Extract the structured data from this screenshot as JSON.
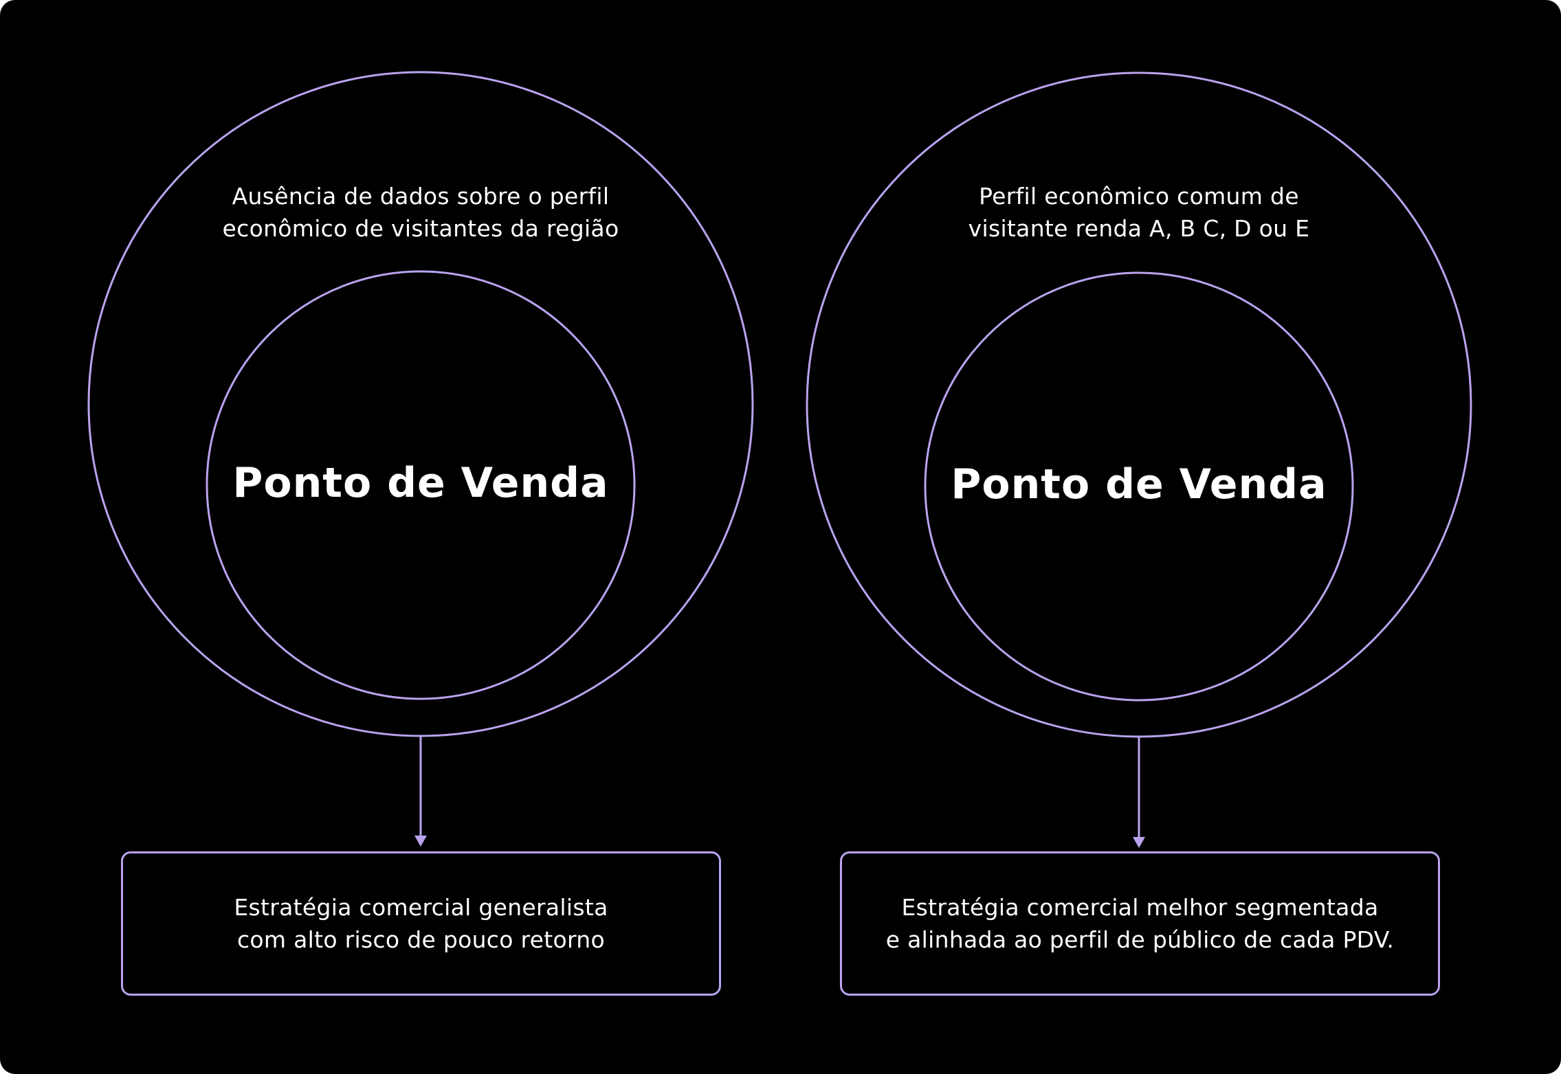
{
  "colors": {
    "background": "#000000",
    "stroke": "#b9a3ee",
    "text": "#ffffff"
  },
  "left": {
    "outer_label_lines": [
      "Ausência de dados sobre o perfil",
      "econômico de visitantes da região"
    ],
    "center_title": "Ponto de Venda",
    "result_lines": [
      "Estratégia comercial generalista",
      "com alto risco de pouco retorno"
    ]
  },
  "right": {
    "outer_label_lines": [
      "Perfil econômico comum de",
      "visitante renda A, B C, D ou E"
    ],
    "center_title": "Ponto de Venda",
    "result_lines": [
      "Estratégia comercial melhor segmentada",
      "e alinhada ao perfil de público de cada PDV."
    ]
  }
}
